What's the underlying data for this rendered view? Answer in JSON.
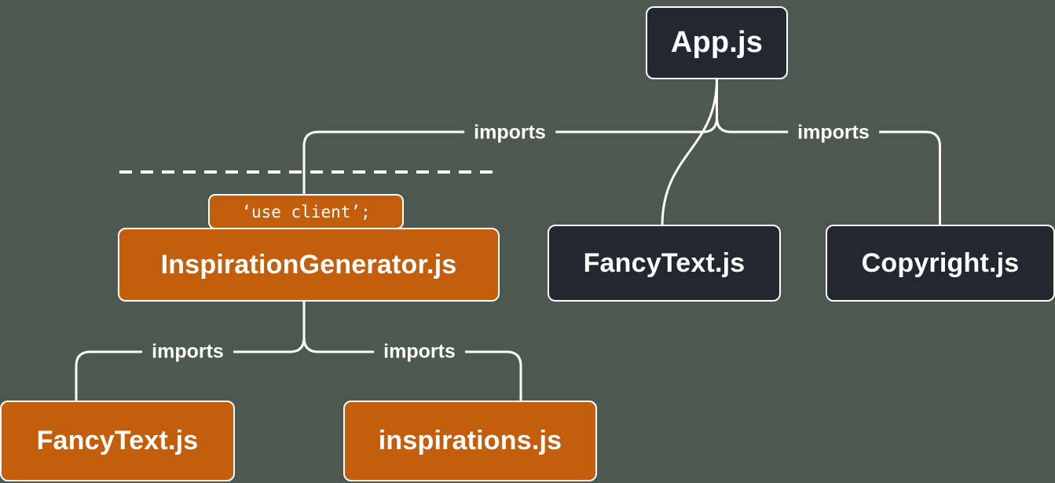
{
  "colors": {
    "background": "#4C5850",
    "server_node": "#23272F",
    "client_node": "#C25E0C",
    "edge": "#FFFFFF",
    "text": "#FFFFFF"
  },
  "nodes": {
    "app": {
      "label": "App.js",
      "type": "server"
    },
    "fancy_text_server": {
      "label": "FancyText.js",
      "type": "server"
    },
    "copyright": {
      "label": "Copyright.js",
      "type": "server"
    },
    "inspiration_generator": {
      "label": "InspirationGenerator.js",
      "type": "client",
      "directive": "‘use client’;"
    },
    "fancy_text_client": {
      "label": "FancyText.js",
      "type": "client"
    },
    "inspirations": {
      "label": "inspirations.js",
      "type": "client"
    }
  },
  "edges": {
    "app_to_inspiration_generator": {
      "label": "imports"
    },
    "app_to_fancy_text": {
      "label": ""
    },
    "app_to_copyright": {
      "label": "imports"
    },
    "inspiration_generator_to_fancy_text": {
      "label": "imports"
    },
    "inspiration_generator_to_inspirations": {
      "label": "imports"
    }
  }
}
